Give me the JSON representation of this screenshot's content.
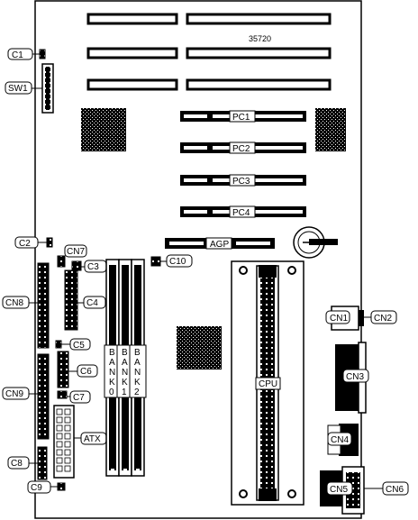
{
  "model_number": "35720",
  "labels": {
    "c1": "C1",
    "sw1": "SW1",
    "c2": "C2",
    "cn7": "CN7",
    "c3": "C3",
    "c10": "C10",
    "cn8": "CN8",
    "c4": "C4",
    "c5": "C5",
    "c6": "C6",
    "cn9": "CN9",
    "c7": "C7",
    "atx": "ATX",
    "c8": "C8",
    "c9": "C9",
    "pc1": "PC1",
    "pc2": "PC2",
    "pc3": "PC3",
    "pc4": "PC4",
    "agp": "AGP",
    "cpu": "CPU",
    "cn1": "CN1",
    "cn2": "CN2",
    "cn3": "CN3",
    "cn4": "CN4",
    "cn5": "CN5",
    "cn6": "CN6"
  },
  "banks": {
    "bank0": [
      "B",
      "A",
      "N",
      "K",
      "0"
    ],
    "bank1": [
      "B",
      "A",
      "N",
      "K",
      "1"
    ],
    "bank2": [
      "B",
      "A",
      "N",
      "K",
      "2"
    ]
  }
}
